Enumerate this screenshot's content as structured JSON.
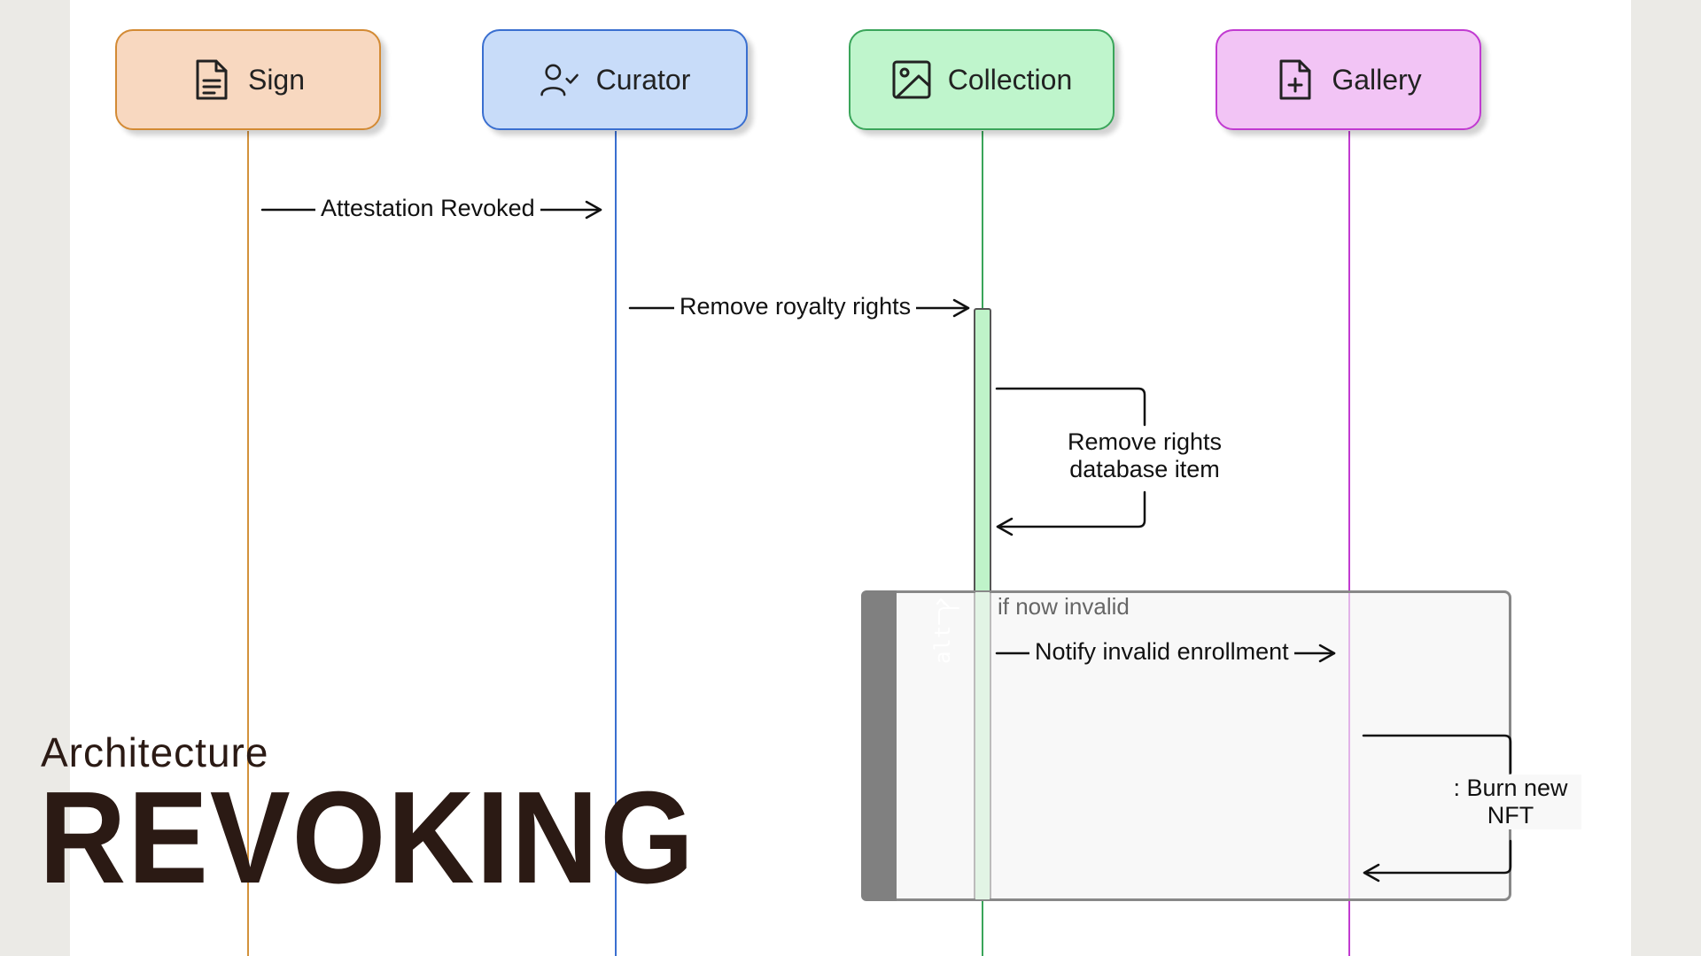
{
  "participants": [
    {
      "name": "Sign",
      "icon": "document-icon",
      "fill": "#f8d8c0",
      "border": "#d38a34",
      "line": "#d3923c"
    },
    {
      "name": "Curator",
      "icon": "user-check-icon",
      "fill": "#c8dcf9",
      "border": "#3a6fd0",
      "line": "#3a6fd0"
    },
    {
      "name": "Collection",
      "icon": "image-icon",
      "fill": "#bff5cc",
      "border": "#3aa55a",
      "line": "#3aa55a"
    },
    {
      "name": "Gallery",
      "icon": "file-plus-icon",
      "fill": "#f2c4f5",
      "border": "#c13ad1",
      "line": "#c13ad1"
    }
  ],
  "messages": {
    "attestation_revoked": "Attestation Revoked",
    "remove_royalty": "Remove royalty rights",
    "remove_rights_line1": "Remove rights",
    "remove_rights_line2": "database item",
    "notify_invalid": "Notify invalid enrollment",
    "burn_line1": ": Burn new",
    "burn_line2": "NFT"
  },
  "alt_block": {
    "label": "alt",
    "condition": "if now invalid"
  },
  "slide": {
    "subtitle": "Architecture",
    "title": "REVOKING"
  }
}
